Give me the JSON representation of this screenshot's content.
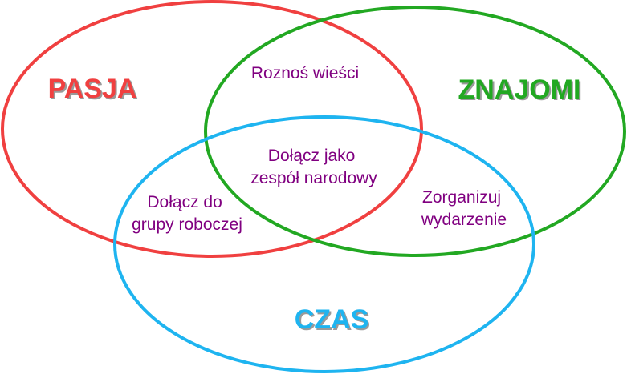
{
  "colors": {
    "pasja": "#f04040",
    "znajomi": "#22a822",
    "czas": "#1eb4f0",
    "region_text": "#800080",
    "label_shadow": "#9a9a9a"
  },
  "sets": {
    "pasja": "PASJA",
    "znajomi": "ZNAJOMI",
    "czas": "CZAS"
  },
  "regions": {
    "pasja_znajomi": [
      "Roznoś wieści"
    ],
    "all_three": [
      "Dołącz jako",
      "zespół narodowy"
    ],
    "pasja_czas": [
      "Dołącz do",
      "grupy roboczej"
    ],
    "znajomi_czas": [
      "Zorganizuj",
      "wydarzenie"
    ]
  }
}
